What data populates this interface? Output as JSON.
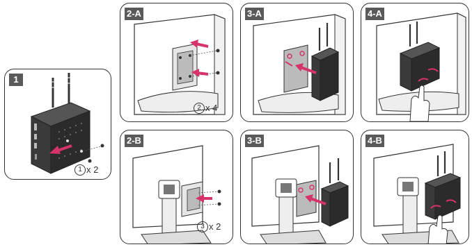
{
  "colors": {
    "arrow": "#d6336c",
    "line": "#333333",
    "device": "#2b2b2b",
    "tag_bg": "#5a5a5a"
  },
  "panels": [
    {
      "id": "1",
      "label": "1",
      "qty": {
        "circle": "1",
        "times": "x 2"
      }
    },
    {
      "id": "2-A",
      "label": "2-A",
      "qty": {
        "circle": "2",
        "times": "x 4"
      }
    },
    {
      "id": "3-A",
      "label": "3-A"
    },
    {
      "id": "4-A",
      "label": "4-A"
    },
    {
      "id": "2-B",
      "label": "2-B",
      "qty": {
        "circle": "3",
        "times": "x 2"
      }
    },
    {
      "id": "3-B",
      "label": "3-B"
    },
    {
      "id": "4-B",
      "label": "4-B"
    }
  ]
}
